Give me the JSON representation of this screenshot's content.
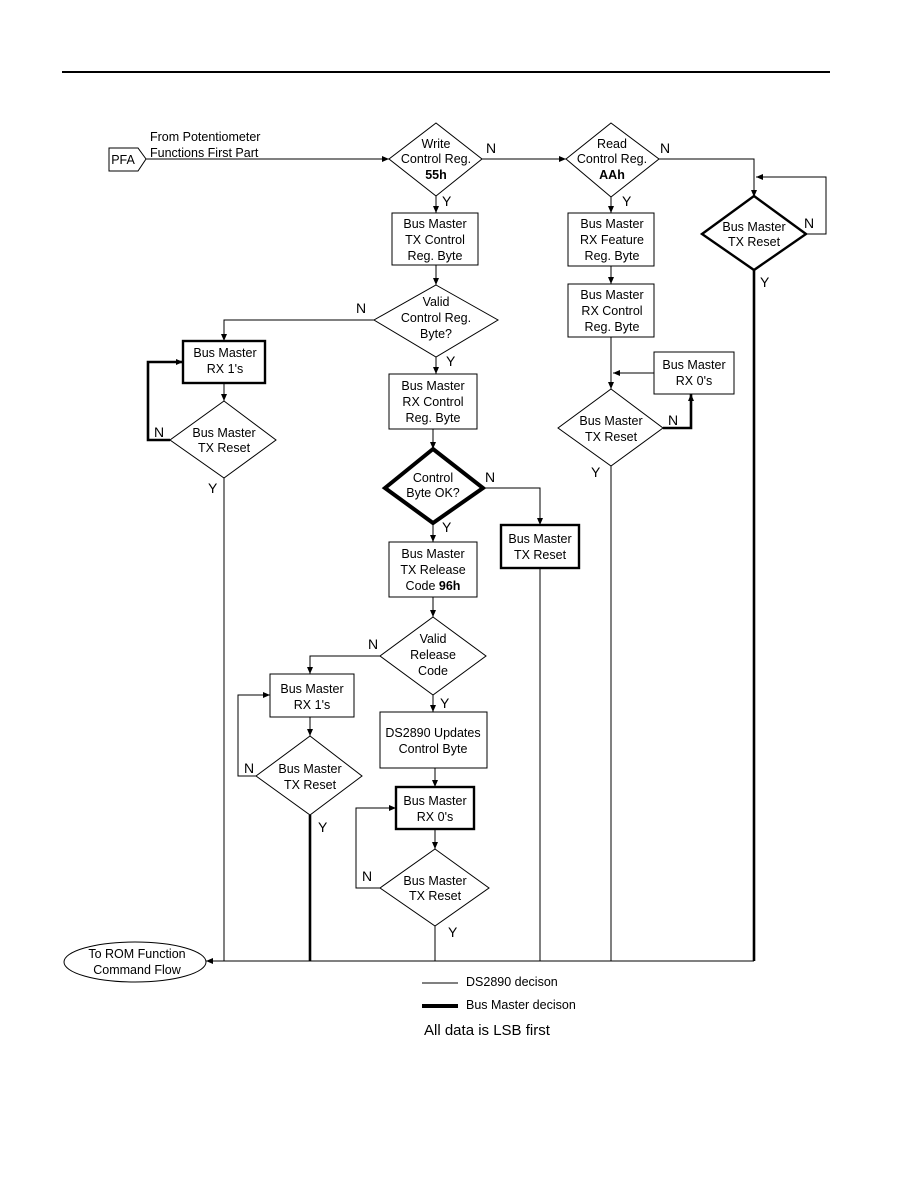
{
  "entry": {
    "connector_label": "PFA",
    "source_line1": "From Potentiometer",
    "source_line2": "Functions First Part"
  },
  "nodes": {
    "write_ctrl": {
      "lines": [
        "Write",
        "Control Reg.",
        "55h"
      ]
    },
    "read_ctrl": {
      "lines": [
        "Read",
        "Control Reg.",
        "AAh"
      ]
    },
    "right_reset": {
      "lines": [
        "Bus Master",
        "TX Reset"
      ]
    },
    "tx_ctrl_byte": {
      "lines": [
        "Bus Master",
        "TX Control",
        "Reg. Byte"
      ]
    },
    "rx_feature": {
      "lines": [
        "Bus Master",
        "RX Feature",
        "Reg. Byte"
      ]
    },
    "rx_ctrl_byte_read": {
      "lines": [
        "Bus Master",
        "RX Control",
        "Reg. Byte"
      ]
    },
    "valid_ctrl": {
      "lines": [
        "Valid",
        "Control Reg.",
        "Byte?"
      ]
    },
    "rx_ones_1": {
      "lines": [
        "Bus Master",
        "RX 1's"
      ]
    },
    "reset_1": {
      "lines": [
        "Bus Master",
        "TX Reset"
      ]
    },
    "rx_ctrl_byte": {
      "lines": [
        "Bus Master",
        "RX Control",
        "Reg. Byte"
      ]
    },
    "rx_zeros_read": {
      "lines": [
        "Bus Master",
        "RX 0's"
      ]
    },
    "reset_read": {
      "lines": [
        "Bus Master",
        "TX Reset"
      ]
    },
    "ctrl_ok": {
      "lines": [
        "Control",
        "Byte OK?"
      ]
    },
    "reset_after_ok": {
      "lines": [
        "Bus Master",
        "TX Reset"
      ]
    },
    "tx_release": {
      "lines": [
        "Bus Master",
        "TX Release",
        "Code 96h"
      ]
    },
    "valid_release": {
      "lines": [
        "Valid",
        "Release",
        "Code"
      ]
    },
    "rx_ones_2": {
      "lines": [
        "Bus Master",
        "RX 1's"
      ]
    },
    "reset_2": {
      "lines": [
        "Bus Master",
        "TX Reset"
      ]
    },
    "updates": {
      "lines": [
        "DS2890 Updates",
        "Control Byte"
      ]
    },
    "rx_zeros_2": {
      "lines": [
        "Bus Master",
        "RX 0's"
      ]
    },
    "reset_3": {
      "lines": [
        "Bus Master",
        "TX Reset"
      ]
    },
    "terminal": {
      "lines": [
        "To ROM Function",
        "Command Flow"
      ]
    }
  },
  "branch_labels": {
    "yes": "Y",
    "no": "N"
  },
  "legend": {
    "thin_label": "DS2890 decison",
    "thick_label": "Bus Master decison"
  },
  "note": "All data is LSB first"
}
